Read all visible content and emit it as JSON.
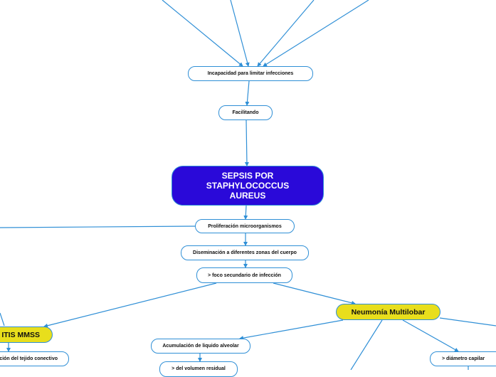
{
  "colors": {
    "line": "#2f8fd6",
    "main_fill": "#2a09d9",
    "highlight_fill": "#e8de1c"
  },
  "nodes": {
    "incapacidad": "Incapacidad para limitar infecciones",
    "facilitando": "Facilitando",
    "sepsis": "SEPSIS POR STAPHYLOCOCCUS AUREUS",
    "proliferacion": "Proliferación microorganismos",
    "diseminacion": "Diseminación a diferentes zonas del cuerpo",
    "foco": "> foco secundario de infección",
    "neumonia": "Neumonía Multilobar",
    "artritis": "ITIS MMSS",
    "acumulacion": "Acumulación de liquido alveolar",
    "volumen": "> del volumen residual",
    "diametro": "> diámetro capilar",
    "tejido": "ción del tejido conectivo"
  }
}
